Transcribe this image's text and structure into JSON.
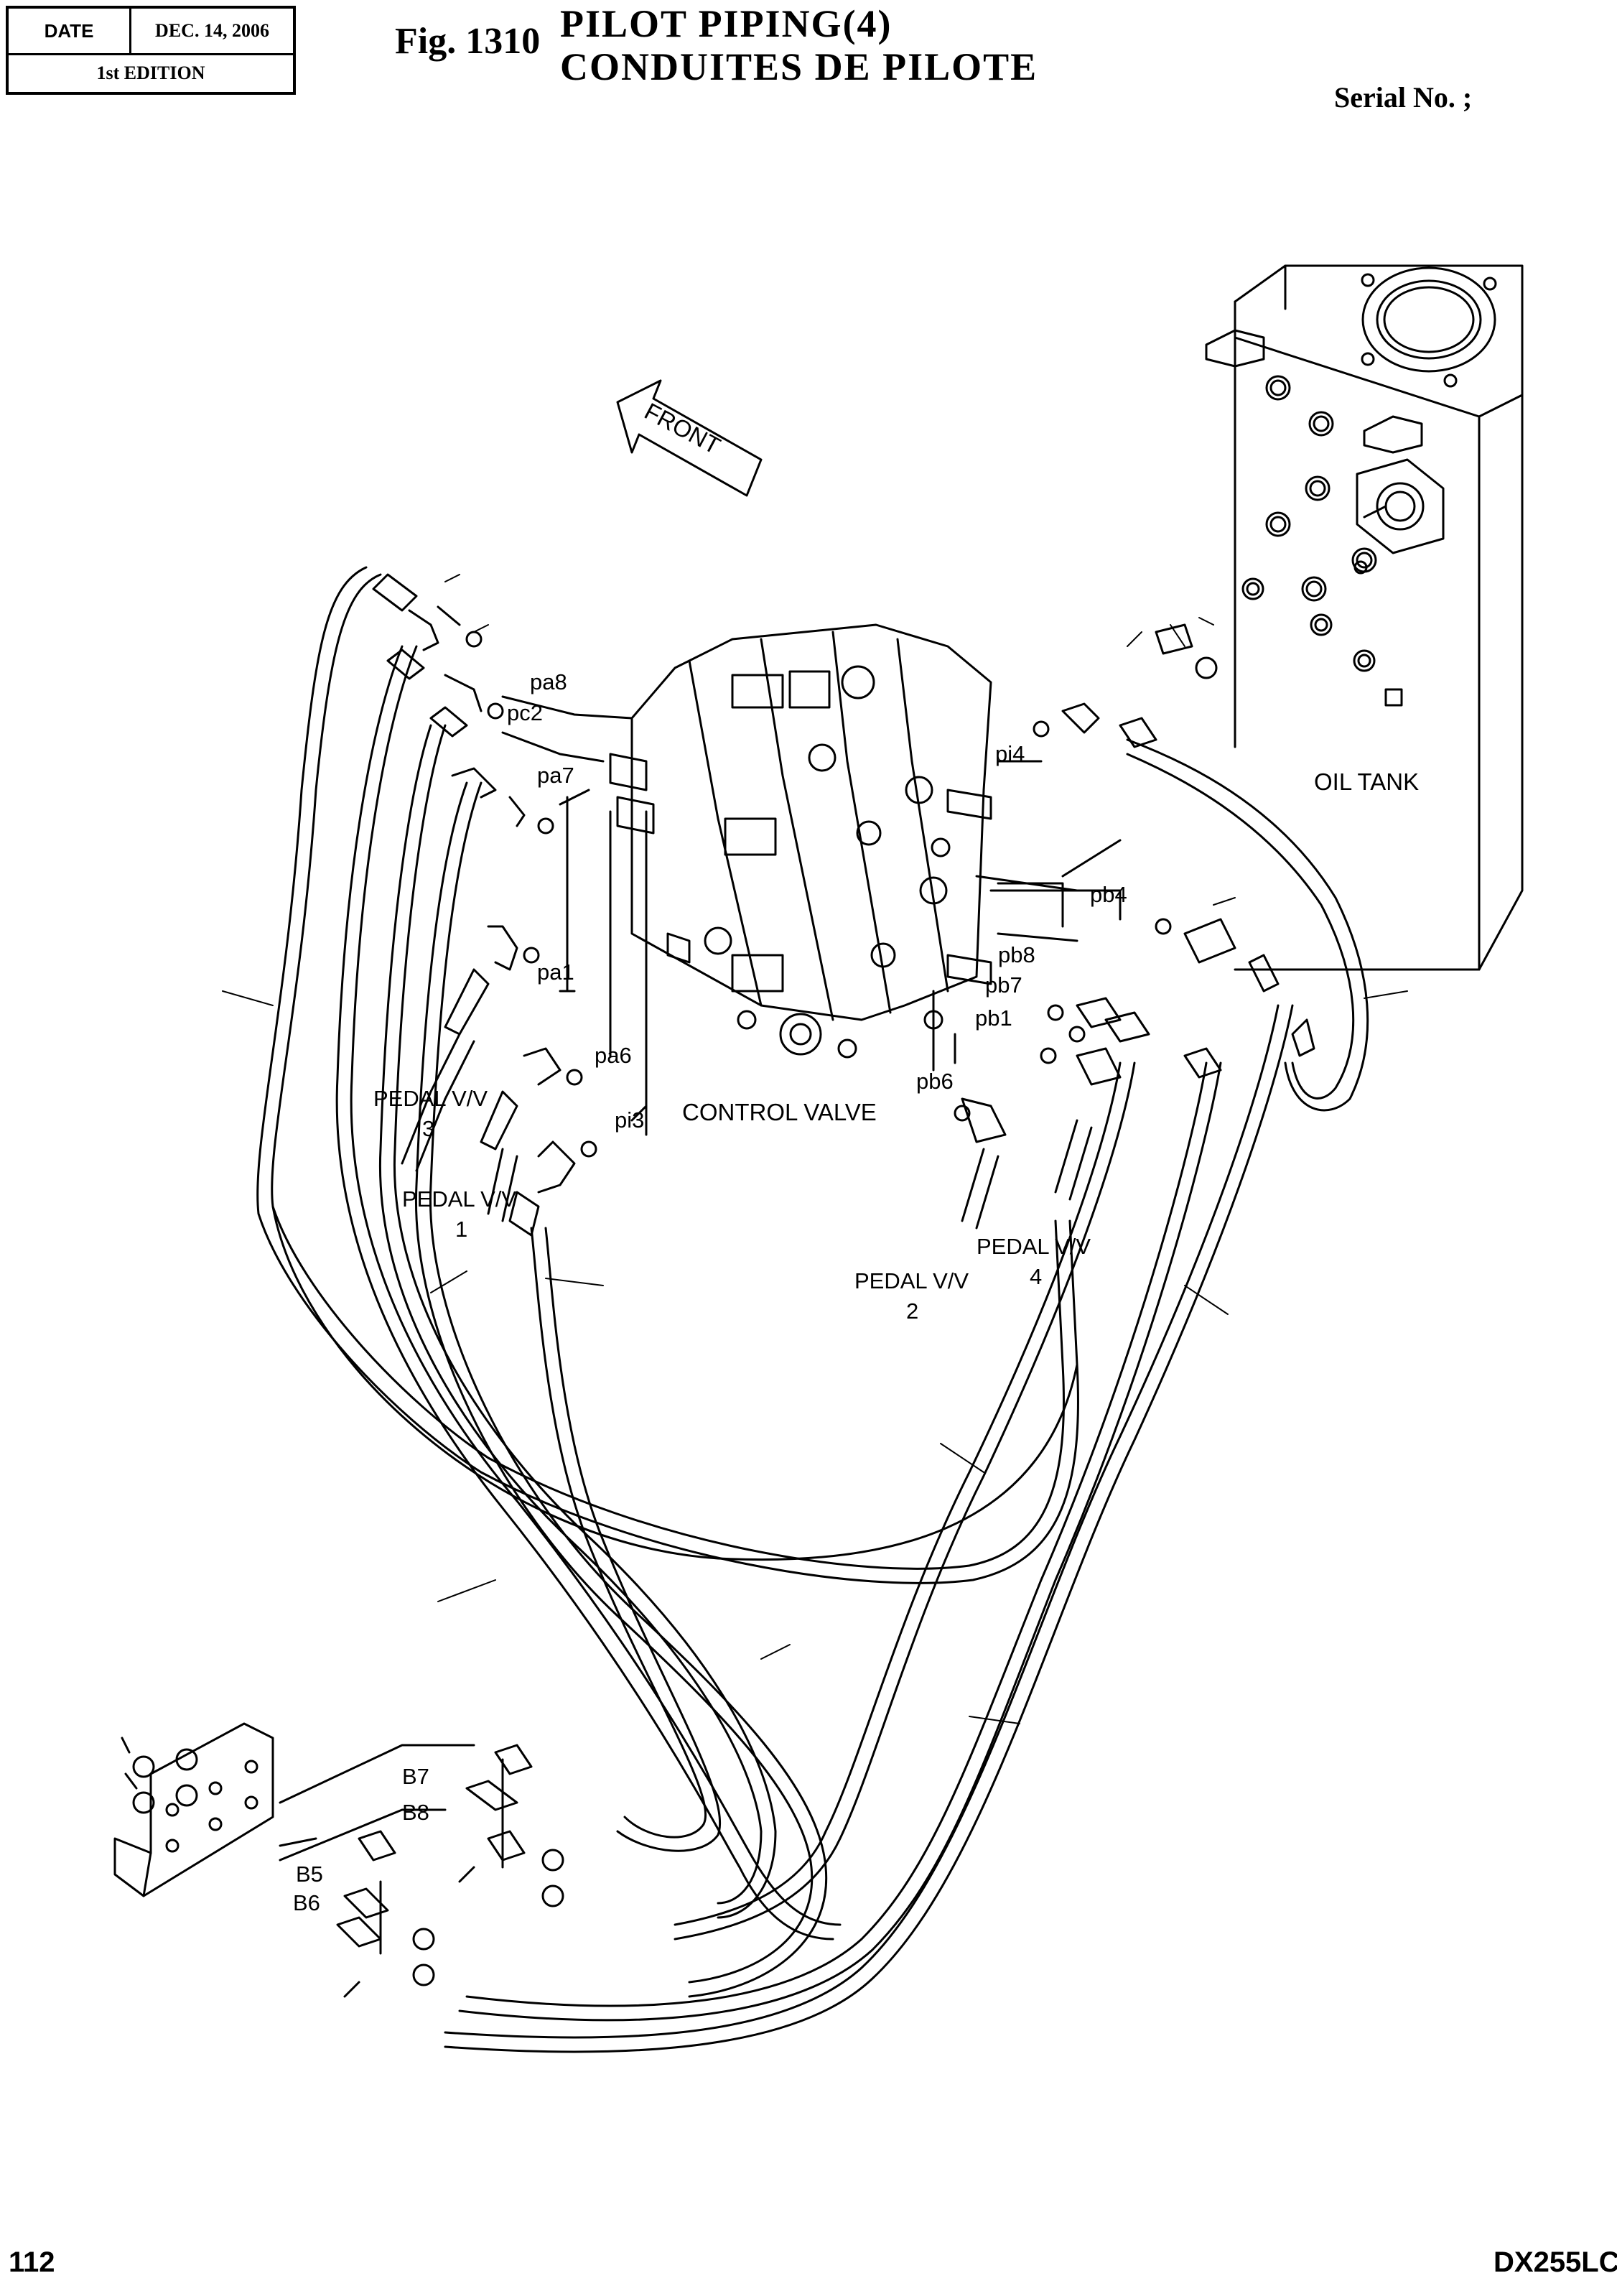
{
  "header": {
    "date_label": "DATE",
    "date_value": "DEC. 14, 2006",
    "edition": "1st EDITION",
    "fig_number": "Fig. 1310",
    "title_en": "PILOT  PIPING(4)",
    "title_fr": "CONDUITES  DE  PILOTE",
    "serial": "Serial No. ;"
  },
  "footer": {
    "page_number": "112",
    "model": "DX255LC"
  },
  "diagram": {
    "front_arrow": "FRONT",
    "oil_tank": "OIL TANK",
    "control_valve": "CONTROL VALVE",
    "port_labels": [
      "pa8",
      "pc2",
      "pa7",
      "pa1",
      "pa6",
      "pi3",
      "pi4",
      "pb4",
      "pb8",
      "pb7",
      "pb1",
      "pb6",
      "B7",
      "B8",
      "B5",
      "B6"
    ],
    "pedal_valves": [
      {
        "line1": "PEDAL V/V",
        "line2": "3"
      },
      {
        "line1": "PEDAL V/V",
        "line2": "1"
      },
      {
        "line1": "PEDAL V/V",
        "line2": "2"
      },
      {
        "line1": "PEDAL V/V",
        "line2": "4"
      }
    ]
  }
}
